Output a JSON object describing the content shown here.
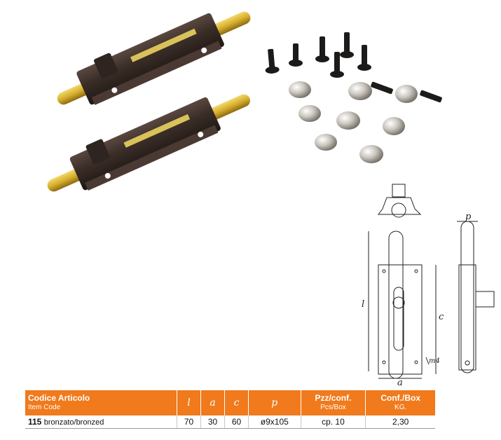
{
  "table": {
    "headers": {
      "code": "Codice Articolo",
      "code_sub": "Item Code",
      "dim_l": "l",
      "dim_a": "a",
      "dim_c": "c",
      "dim_p": "p",
      "pcs": "Pzz/conf.",
      "pcs_sub": "Pcs/Box",
      "box": "Conf./Box",
      "box_sub": "KG."
    },
    "row": {
      "code": "115",
      "finish": "bronzato/bronzed",
      "l": "70",
      "a": "30",
      "c": "60",
      "p": "ø9x105",
      "pcs": "cp. 10",
      "kg": "2,30"
    }
  },
  "drawing_labels": {
    "l": "l",
    "c": "c",
    "a": "a",
    "p": "p",
    "m4": "m4"
  },
  "colors": {
    "table_header": "#f07a1c",
    "bolt_body": "#3b2e28",
    "brass": "#d6ae2c"
  }
}
